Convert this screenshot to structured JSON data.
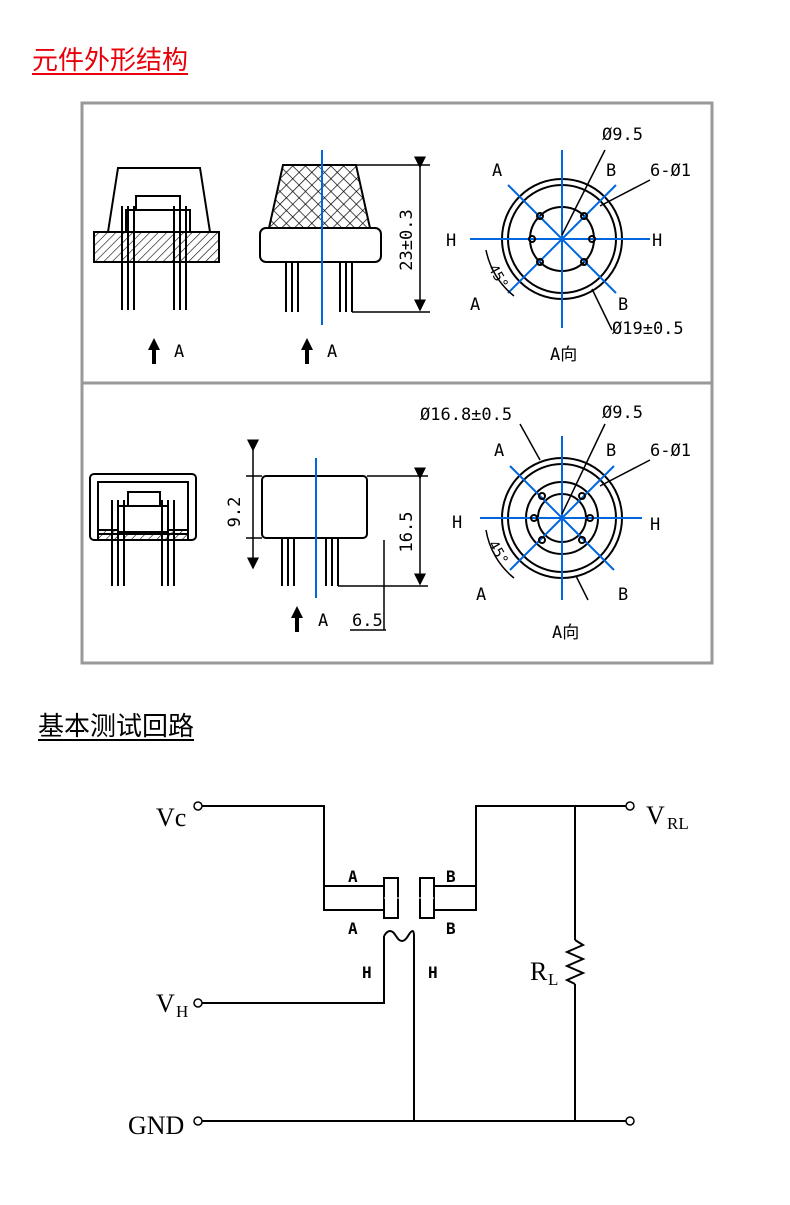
{
  "section1": {
    "title": "元件外形结构"
  },
  "section2": {
    "title": "基本测试回路"
  },
  "panel1": {
    "arrow_label_a": "A",
    "dim_height": "23±0.3",
    "dim_d1": "Ø9.5",
    "dim_pins": "6-Ø1",
    "dim_d2": "Ø19±0.5",
    "pin_a": "A",
    "pin_b": "B",
    "pin_h": "H",
    "angle": "45°",
    "view": "A向"
  },
  "panel2": {
    "arrow_label_a": "A",
    "dim_outer": "Ø16.8±0.5",
    "dim_d1": "Ø9.5",
    "dim_pins": "6-Ø1",
    "dim_body": "9.2",
    "dim_height": "16.5",
    "dim_pin": "6.5",
    "pin_a": "A",
    "pin_b": "B",
    "pin_h": "H",
    "angle": "45°",
    "view": "A向"
  },
  "circuit": {
    "vc": "Vc",
    "vrl": "V",
    "vrl_sub": "RL",
    "vh": "V",
    "vh_sub": "H",
    "gnd": "GND",
    "rl": "R",
    "rl_sub": "L",
    "a": "A",
    "b": "B",
    "h": "H"
  },
  "colors": {
    "title_red": "#e8000b",
    "axis_blue": "#0066dd",
    "frame_gray": "#999999"
  }
}
